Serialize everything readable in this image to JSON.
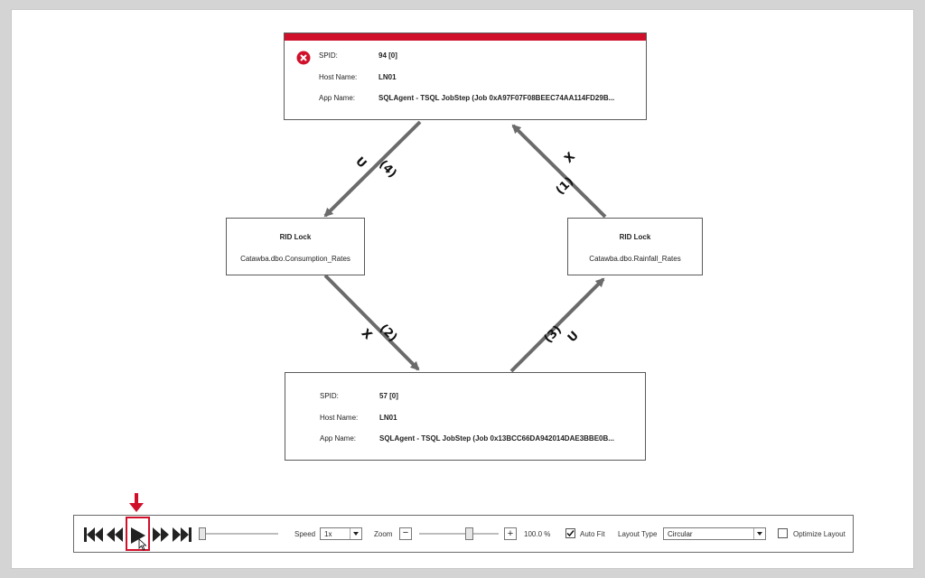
{
  "colors": {
    "accent_red": "#d0102a",
    "arrow_gray": "#6b6b6b",
    "border": "#5a5a5a"
  },
  "process_top": {
    "status_icon": "error-circle-x-icon",
    "spid_label": "SPID:",
    "spid_value": "94 [0]",
    "host_label": "Host Name:",
    "host_value": "LN01",
    "app_label": "App Name:",
    "app_value": "SQLAgent - TSQL JobStep (Job 0xA97F07F08BEEC74AA114FD29B..."
  },
  "process_bottom": {
    "spid_label": "SPID:",
    "spid_value": "57 [0]",
    "host_label": "Host Name:",
    "host_value": "LN01",
    "app_label": "App Name:",
    "app_value": "SQLAgent - TSQL JobStep (Job 0x13BCC66DA942014DAE3BBE0B..."
  },
  "lock_left": {
    "title": "RID Lock",
    "resource": "Catawba.dbo.Consumption_Rates"
  },
  "lock_right": {
    "title": "RID Lock",
    "resource": "Catawba.dbo.Rainfall_Rates"
  },
  "edges": {
    "e1": {
      "order": "(1)",
      "mode": "X"
    },
    "e2": {
      "order": "(2)",
      "mode": "X"
    },
    "e3": {
      "order": "(3)",
      "mode": "U"
    },
    "e4": {
      "order": "(4)",
      "mode": "U"
    }
  },
  "toolbar": {
    "buttons": [
      "first-icon",
      "previous-icon",
      "play-icon",
      "next-icon",
      "last-icon"
    ],
    "speed_label": "Speed",
    "speed_value": "1x",
    "zoom_label": "Zoom",
    "zoom_out": "−",
    "zoom_in": "+",
    "zoom_value": "100.0 %",
    "zoom_level_fraction": 0.65,
    "timeline_fraction": 0,
    "autofit_label": "Auto Fit",
    "autofit_checked": true,
    "layout_label": "Layout Type",
    "layout_value": "Circular",
    "optimize_label": "Optimize Layout",
    "optimize_checked": false
  }
}
